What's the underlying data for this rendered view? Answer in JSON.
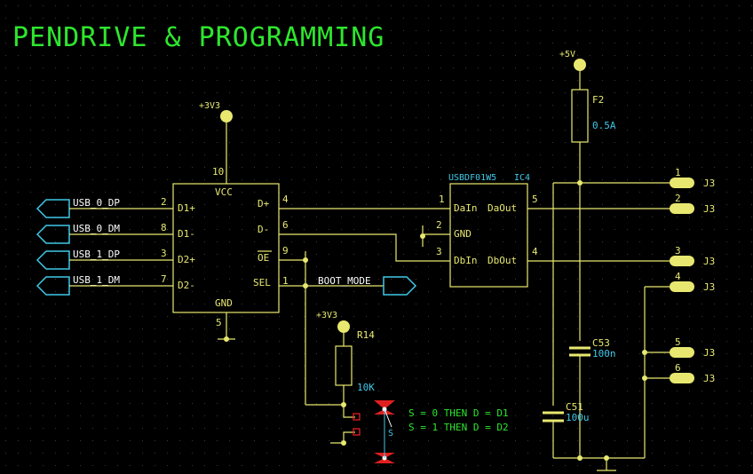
{
  "title": "PENDRIVE & PROGRAMMING",
  "power": {
    "v5": "+5V",
    "v3a": "+3V3",
    "v3b": "+3V3"
  },
  "u10": {
    "ref": "10",
    "vcc": "VCC",
    "gnd": "GND",
    "pin_gnd": "5",
    "left": [
      {
        "net": "USB_0_DP",
        "num": "2",
        "pin": "D1+"
      },
      {
        "net": "USB_0_DM",
        "num": "8",
        "pin": "D1-"
      },
      {
        "net": "USB_1_DP",
        "num": "3",
        "pin": "D2+"
      },
      {
        "net": "USB_1_DM",
        "num": "7",
        "pin": "D2-"
      }
    ],
    "right": [
      {
        "num": "4",
        "pin": "D+"
      },
      {
        "num": "6",
        "pin": "D-"
      },
      {
        "num": "9",
        "pin": "OE"
      },
      {
        "num": "1",
        "pin": "SEL"
      }
    ]
  },
  "boot_mode": "BOOT_MODE",
  "ic4": {
    "part": "USBDF01W5",
    "ref": "IC4",
    "pins": {
      "dain": "DaIn",
      "daout": "DaOut",
      "gnd": "GND",
      "dbin": "DbIn",
      "dbout": "DbOut",
      "n1": "1",
      "n2": "2",
      "n3": "3",
      "n4": "4",
      "n5": "5"
    }
  },
  "f2": {
    "ref": "F2",
    "value": "0.5A"
  },
  "r14": {
    "ref": "R14",
    "value": "10K"
  },
  "c53": {
    "ref": "C53",
    "value": "100n"
  },
  "c51": {
    "ref": "C51",
    "value": "100u"
  },
  "jumper_label": "S",
  "notes": [
    "S = 0 THEN D = D1",
    "S = 1 THEN D = D2"
  ],
  "connectors": [
    {
      "num": "1",
      "ref": "J3"
    },
    {
      "num": "2",
      "ref": "J3"
    },
    {
      "num": "3",
      "ref": "J3"
    },
    {
      "num": "4",
      "ref": "J3"
    },
    {
      "num": "5",
      "ref": "J3"
    },
    {
      "num": "6",
      "ref": "J3"
    }
  ],
  "colors": {
    "background": "#000000",
    "wire": "#e8e870",
    "title": "#2ee62e",
    "cyan": "#3fc8e8",
    "red": "#e02020"
  }
}
